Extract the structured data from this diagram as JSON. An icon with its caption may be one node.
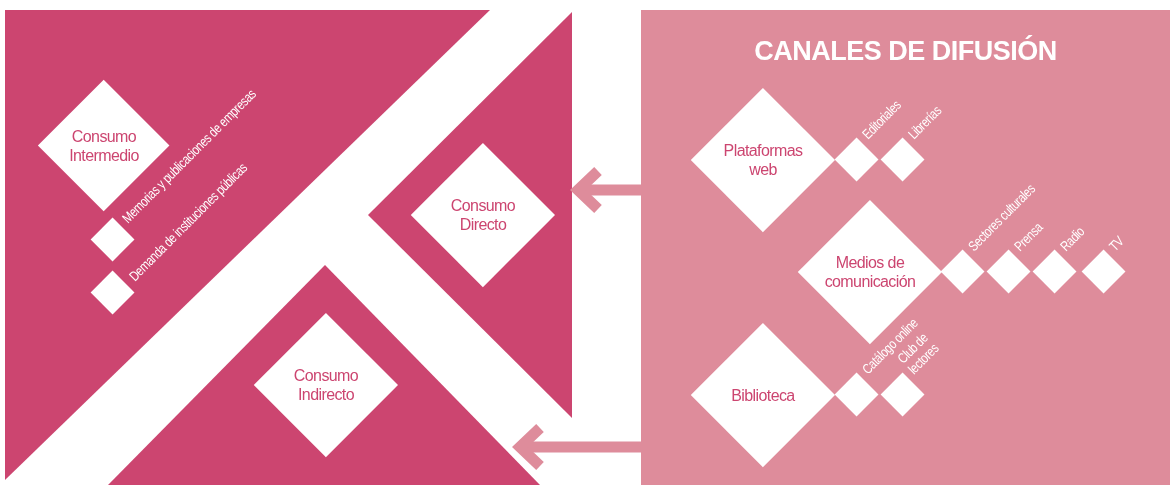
{
  "diagram": {
    "nodes": [
      {
        "text": [],
        "shape": "triangle"
      },
      {
        "text": [
          "Consumo Intermedio"
        ],
        "in": 0
      },
      {
        "text": [
          "Memorias y publicaciones de empresas"
        ],
        "in": 0
      },
      {
        "text": [
          "Demanda de instituciones públicas"
        ],
        "in": 0
      },
      {
        "text": [],
        "shape": "triangle"
      },
      {
        "text": [
          "Consumo Directo"
        ],
        "in": 4
      },
      {
        "text": [],
        "shape": "triangle"
      },
      {
        "text": [
          "Consumo Indirecto"
        ],
        "in": 6
      },
      {
        "text": [
          "CANALES DE DIFUSIÓN"
        ]
      },
      {
        "text": [
          "Plataformas web"
        ],
        "in": 8
      },
      {
        "text": [
          "Editoriales"
        ],
        "in": 8
      },
      {
        "text": [
          "Librerías"
        ],
        "in": 8
      },
      {
        "text": [
          "Medios de comunicación"
        ],
        "in": 8
      },
      {
        "text": [
          "Sectores culturales"
        ],
        "in": 8
      },
      {
        "text": [
          "Prensa"
        ],
        "in": 8
      },
      {
        "text": [
          "Radio"
        ],
        "in": 8
      },
      {
        "text": [
          "TV"
        ],
        "in": 8
      },
      {
        "text": [
          "Biblioteca"
        ],
        "in": 8
      },
      {
        "text": [
          "Catálogo online"
        ],
        "in": 8
      },
      {
        "text": [
          "Club de lectores"
        ],
        "in": 8
      }
    ],
    "edges": [
      {
        "from": 8,
        "to": 4,
        "arrow": "to"
      },
      {
        "from": 8,
        "to": 6,
        "arrow": "to"
      }
    ]
  }
}
